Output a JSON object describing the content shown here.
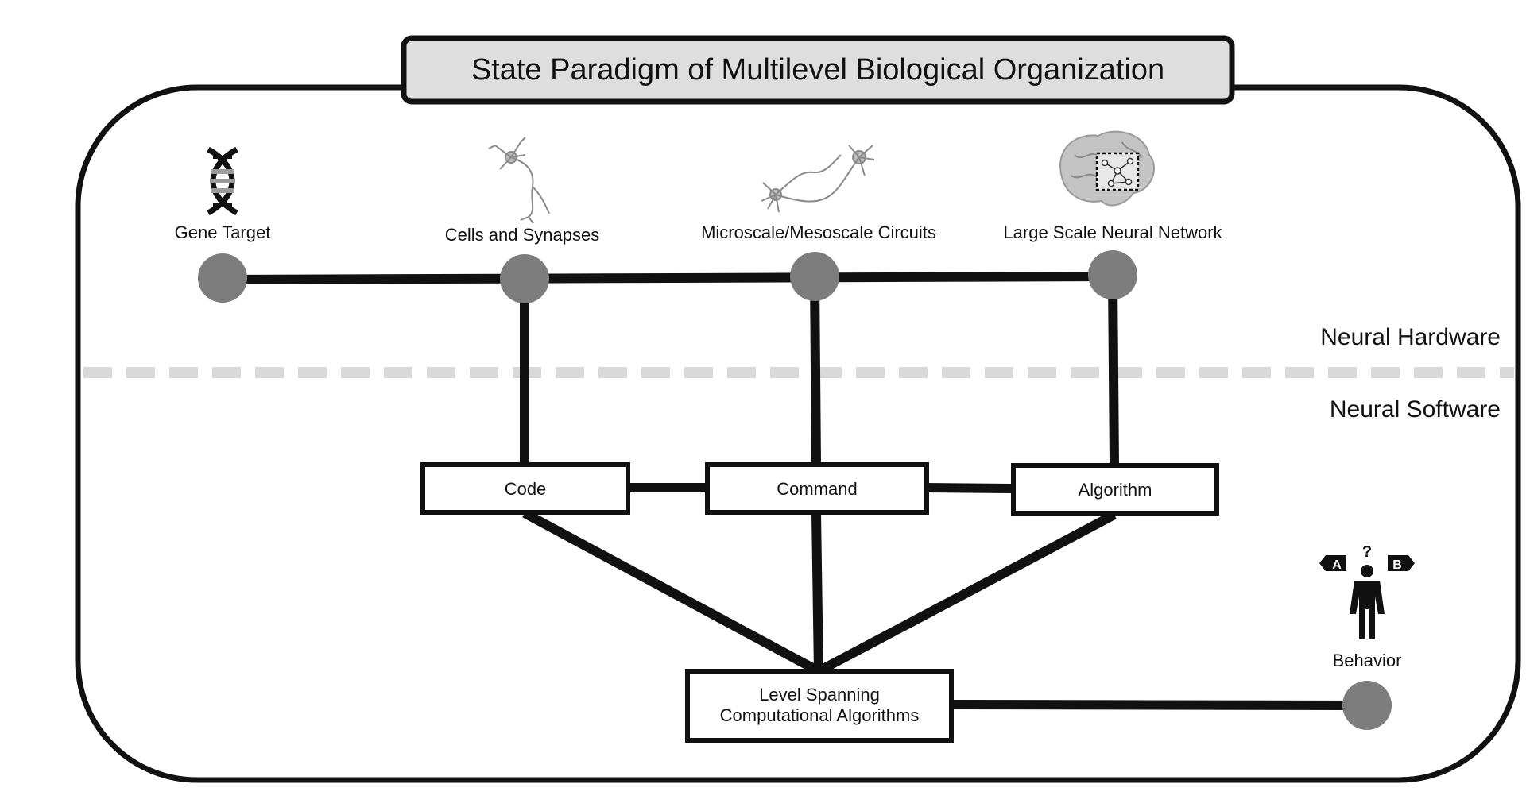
{
  "title": "State Paradigm of Multilevel Biological Organization",
  "levels": [
    {
      "label": "Gene Target",
      "icon": "dna-icon"
    },
    {
      "label": "Cells and Synapses",
      "icon": "neuron-icon"
    },
    {
      "label": "Microscale/Mesoscale Circuits",
      "icon": "neural-circuit-icon"
    },
    {
      "label": "Large Scale Neural Network",
      "icon": "brain-network-icon"
    }
  ],
  "regions": {
    "hardware": "Neural Hardware",
    "software": "Neural Software"
  },
  "software_boxes": [
    "Code",
    "Command",
    "Algorithm"
  ],
  "spanning_box": {
    "line1": "Level Spanning",
    "line2": "Computational Algorithms"
  },
  "behavior": {
    "label": "Behavior",
    "icon": "person-decision-icon",
    "choice_a": "A",
    "choice_b": "B",
    "question": "?"
  },
  "colors": {
    "node": "#7d7d7d",
    "line": "#111111",
    "title_fill": "#dedede",
    "divider": "#d9d9d9",
    "icon_gray": "#9a9a9a"
  }
}
